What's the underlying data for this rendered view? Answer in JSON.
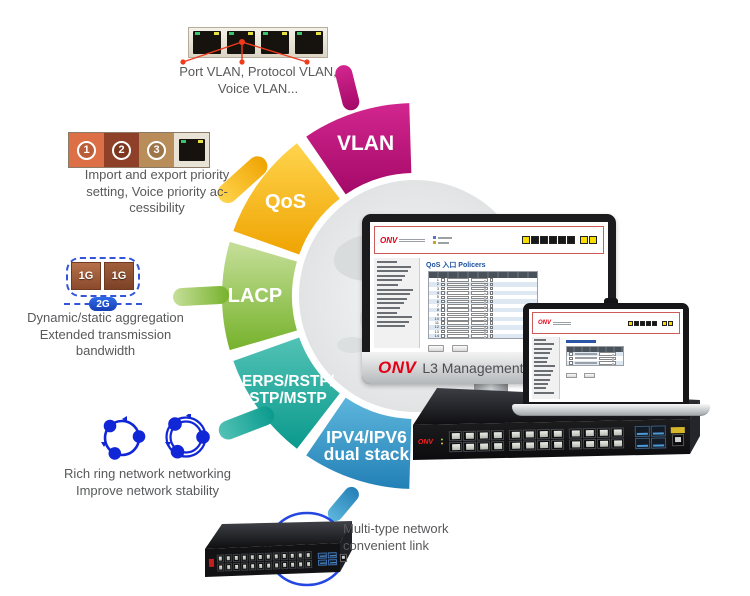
{
  "fan": {
    "segments": [
      {
        "id": "vlan",
        "lines": [
          "VLAN"
        ],
        "color_light": "#d2268f",
        "color_dark": "#a40968",
        "text_color": "#ffffff"
      },
      {
        "id": "qos",
        "lines": [
          "QoS"
        ],
        "color_light": "#ffd44d",
        "color_dark": "#efa402",
        "text_color": "#ffffff"
      },
      {
        "id": "lacp",
        "lines": [
          "LACP"
        ],
        "color_light": "#c6df9a",
        "color_dark": "#76b22b",
        "text_color": "#ffffff"
      },
      {
        "id": "erps",
        "lines": [
          "ERPS/RSTP/",
          "STP/MSTP"
        ],
        "color_light": "#52c2b5",
        "color_dark": "#0a9a8d",
        "text_color": "#ffffff"
      },
      {
        "id": "ipv46",
        "lines": [
          "IPV4/IPV6",
          "dual stack"
        ],
        "color_light": "#5db6dc",
        "color_dark": "#2380b6",
        "text_color": "#ffffff"
      }
    ]
  },
  "features": {
    "vlan": {
      "caption": [
        "Port VLAN, Protocol VLAN,",
        "Voice VLAN..."
      ]
    },
    "qos": {
      "port_labels": [
        "1",
        "2",
        "3"
      ],
      "caption": [
        "Import and export priority",
        "setting, Voice priority ac-",
        "cessibility"
      ]
    },
    "lacp": {
      "port_labels": [
        "1G",
        "1G"
      ],
      "aggregate_label": "2G",
      "caption": [
        "Dynamic/static aggregation",
        "Extended transmission",
        "bandwidth"
      ]
    },
    "ring": {
      "caption": [
        "Rich ring network networking",
        "Improve network stability"
      ]
    },
    "multi_link": {
      "caption": [
        "Multi-type network",
        "convenient link"
      ]
    }
  },
  "monitor": {
    "brand": "ONV",
    "caption": "L3 Management",
    "screen": {
      "brand": "ONV",
      "title": "QoS 入口 Policers",
      "row_numbers": [
        "1",
        "2",
        "3",
        "4",
        "5",
        "6",
        "7",
        "8",
        "9",
        "10",
        "11",
        "12",
        "13",
        "14"
      ]
    }
  },
  "laptop": {
    "screen_brand": "ONV"
  },
  "big_switch": {
    "brand": "ONV",
    "port_count": 24
  },
  "small_switch": {
    "port_count": 24
  },
  "colors": {
    "accent_red": "#e30016",
    "connector_red": "#f2391b",
    "link_blue": "#2347e0",
    "caption_text": "#58595b"
  }
}
